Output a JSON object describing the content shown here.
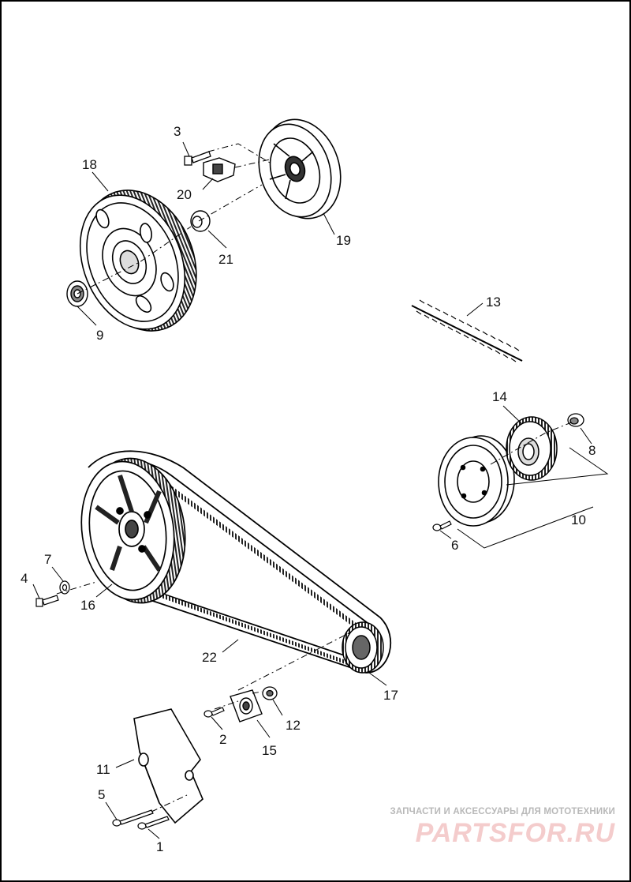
{
  "callouts": {
    "p1": "1",
    "p2": "2",
    "p3": "3",
    "p4": "4",
    "p5": "5",
    "p6": "6",
    "p7": "7",
    "p8": "8",
    "p9": "9",
    "p10": "10",
    "p11": "11",
    "p12": "12",
    "p13": "13",
    "p14": "14",
    "p15": "15",
    "p16": "16",
    "p17": "17",
    "p18": "18",
    "p19": "19",
    "p20": "20",
    "p21": "21",
    "p22": "22"
  },
  "watermark": {
    "tagline": "ЗАПЧАСТИ И АКСЕССУАРЫ ДЛЯ МОТОТЕХНИКИ",
    "logo": "PARTSFOR.RU"
  }
}
